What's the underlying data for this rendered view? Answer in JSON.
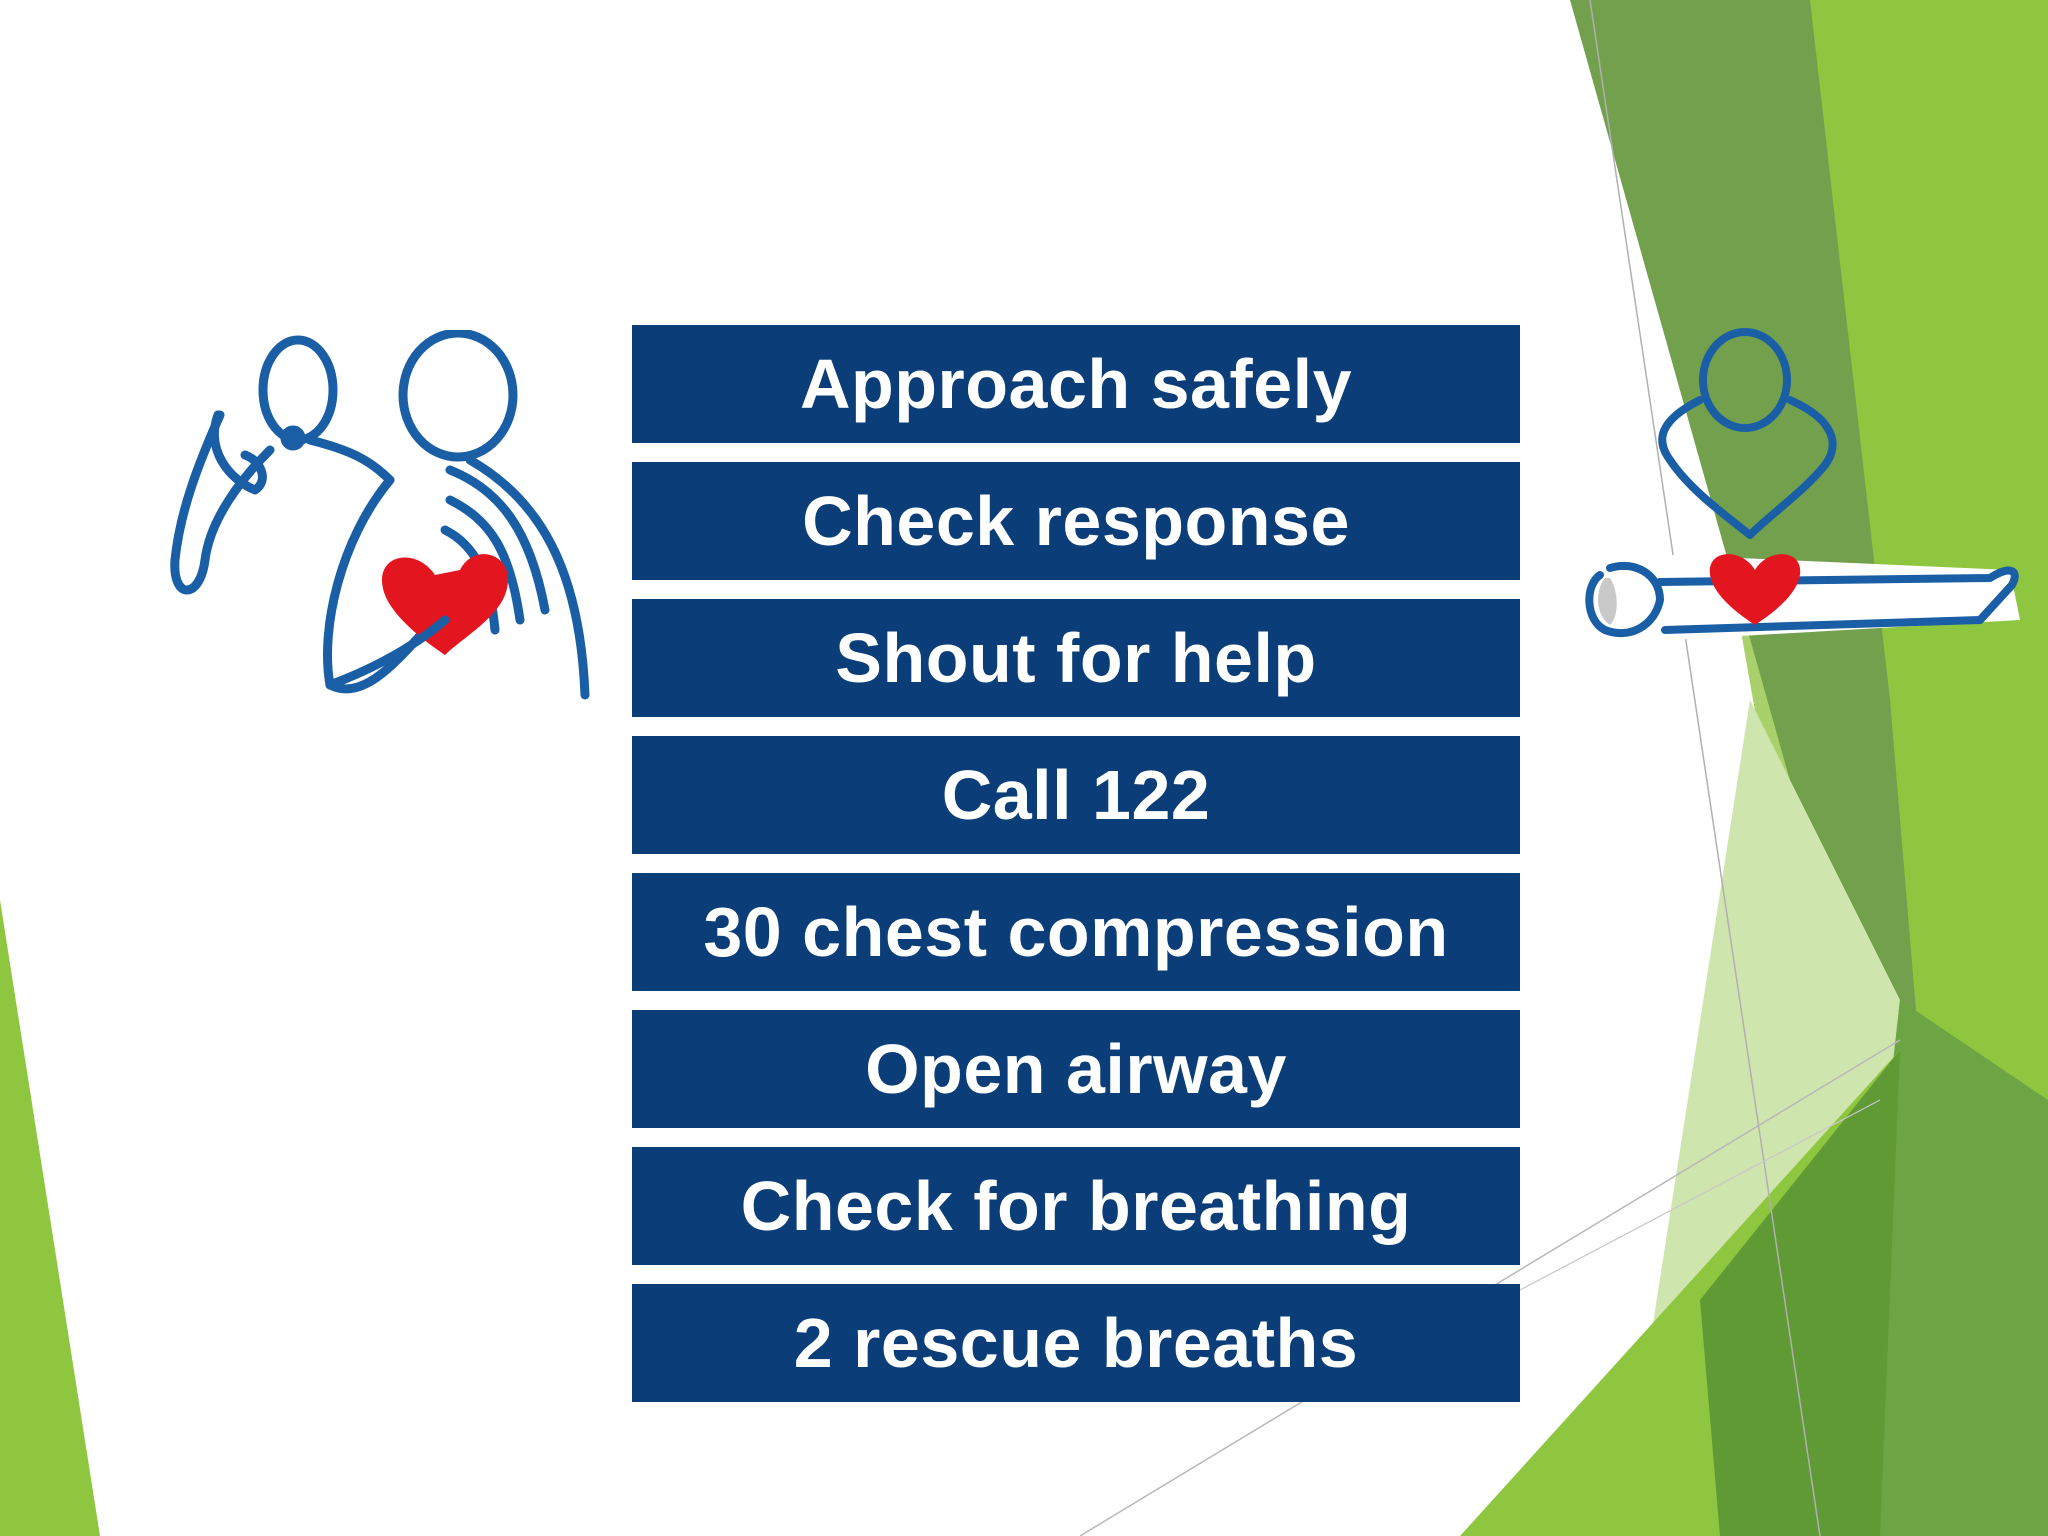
{
  "colors": {
    "step_background": "#0b3d78",
    "step_text": "#ffffff",
    "icon_stroke": "#1a5fa6",
    "heart": "#e3151f",
    "green_light": "#8ec63f",
    "green_mid": "#6da544",
    "green_dark": "#4f8a2a",
    "green_pale": "#c8e0a8"
  },
  "icons": {
    "left": "rescuer-calling-with-phone-and-heart-icon",
    "right": "cpr-compression-on-lying-person-icon"
  },
  "steps": [
    "Approach safely",
    "Check response",
    "Shout for help",
    "Call 122",
    "30 chest compression",
    "Open airway",
    "Check for breathing",
    "2 rescue breaths"
  ]
}
